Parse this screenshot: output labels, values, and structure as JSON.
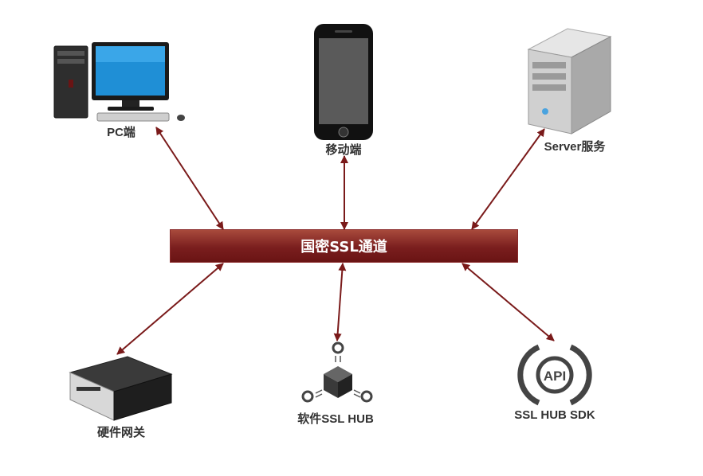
{
  "channel": {
    "label": "国密SSL通道"
  },
  "nodes": {
    "pc": {
      "label": "PC端"
    },
    "mobile": {
      "label": "移动端"
    },
    "server": {
      "label": "Server服务"
    },
    "gateway": {
      "label": "硬件网关"
    },
    "hub": {
      "label": "软件SSL HUB"
    },
    "sdk": {
      "label": "SSL HUB SDK",
      "icon_text": "API"
    }
  },
  "colors": {
    "connector": "#7a1a1a",
    "channel": "#7a1e1e"
  }
}
